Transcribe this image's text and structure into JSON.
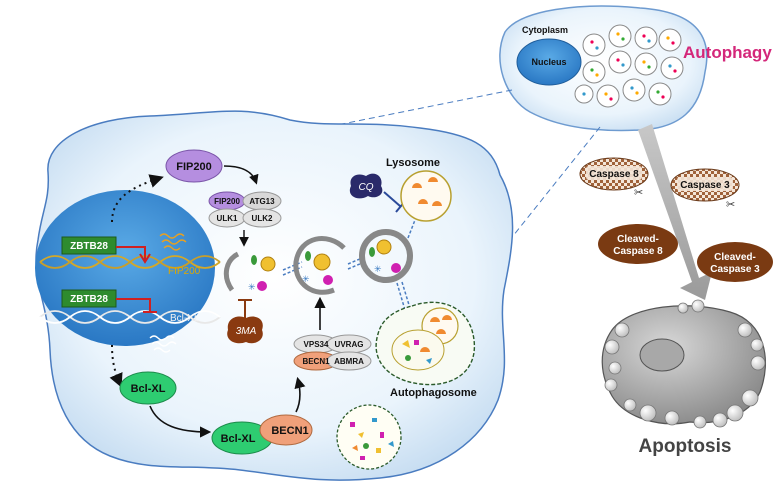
{
  "cell": {
    "cytoplasm": "Cytoplasm",
    "nucleus": "Nucleus"
  },
  "autophagy_label": "Autophagy",
  "apoptosis_label": "Apoptosis",
  "caspases": {
    "caspase8": "Caspase 8",
    "caspase3": "Caspase 3",
    "cleaved8_line1": "Cleaved-",
    "cleaved8_line2": "Caspase 8",
    "cleaved3_line1": "Cleaved-",
    "cleaved3_line2": "Caspase 3"
  },
  "pathway": {
    "fip200": "FIP200",
    "complex1": {
      "fip200": "FIP200",
      "atg13": "ATG13",
      "ulk1": "ULK1",
      "ulk2": "ULK2"
    },
    "zbtb28_top": "ZBTB28",
    "zbtb28_bottom": "ZBTB28",
    "fip200_gene": "FIP200",
    "bclxl_gene": "Bcl-XL",
    "bclxl": "Bcl-XL",
    "bclxl_2": "Bcl-XL",
    "becn1_bound": "BECN1",
    "complex3": {
      "vps34": "VPS34",
      "uvrag": "UVRAG",
      "becn1": "BECN1",
      "ambra": "ABMRA"
    },
    "inhibitor_3ma": "3MA",
    "inhibitor_cq": "CQ",
    "lysosome": "Lysosome",
    "autophagosome": "Autophagosome"
  },
  "colors": {
    "cell_fill": "#dcecf8",
    "cell_stroke": "#4a7cc0",
    "nucleus": "#3a8fd4",
    "fip200": "#b58ee0",
    "bclxl": "#2ecc71",
    "becn1": "#f0a07a",
    "autophagy": "#d4277a",
    "cleaved": "#7a3a12"
  }
}
